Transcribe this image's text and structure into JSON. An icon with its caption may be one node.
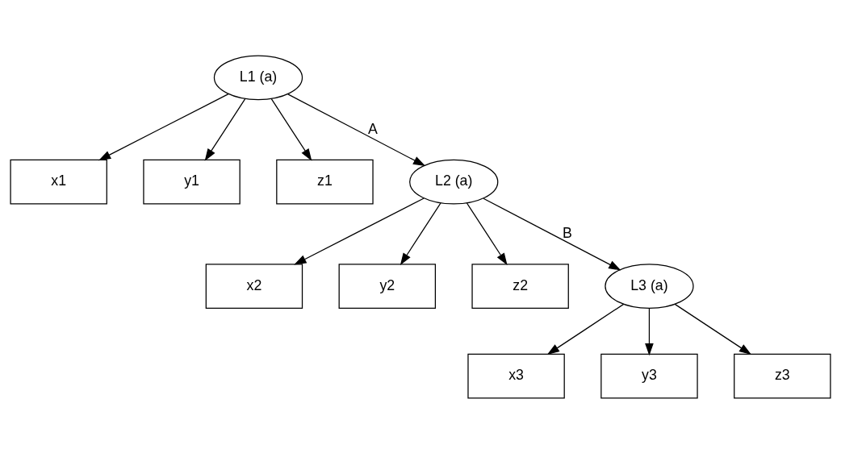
{
  "diagram": {
    "nodes": [
      {
        "text": [
          "L1 (a)"
        ]
      },
      {
        "text": [
          "x1"
        ]
      },
      {
        "text": [
          "y1"
        ]
      },
      {
        "text": [
          "z1"
        ]
      },
      {
        "text": [
          "L2 (a)"
        ]
      },
      {
        "text": [
          "x2"
        ]
      },
      {
        "text": [
          "y2"
        ]
      },
      {
        "text": [
          "z2"
        ]
      },
      {
        "text": [
          "L3 (a)"
        ]
      },
      {
        "text": [
          "x3"
        ]
      },
      {
        "text": [
          "y3"
        ]
      },
      {
        "text": [
          "z3"
        ]
      }
    ],
    "edges": [
      {
        "from": 0,
        "to": 1,
        "arrow": "to"
      },
      {
        "from": 0,
        "to": 2,
        "arrow": "to"
      },
      {
        "from": 0,
        "to": 3,
        "arrow": "to"
      },
      {
        "from": 0,
        "to": 4,
        "arrow": "to",
        "label": "A"
      },
      {
        "from": 4,
        "to": 5,
        "arrow": "to"
      },
      {
        "from": 4,
        "to": 6,
        "arrow": "to"
      },
      {
        "from": 4,
        "to": 7,
        "arrow": "to"
      },
      {
        "from": 4,
        "to": 8,
        "arrow": "to",
        "label": "B"
      },
      {
        "from": 8,
        "to": 9,
        "arrow": "to"
      },
      {
        "from": 8,
        "to": 10,
        "arrow": "to"
      },
      {
        "from": 8,
        "to": 11,
        "arrow": "to"
      }
    ]
  }
}
